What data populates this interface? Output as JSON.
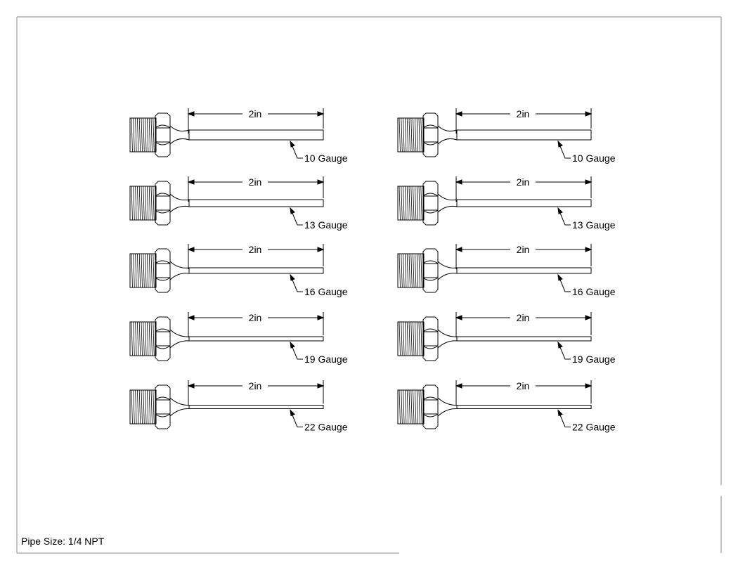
{
  "footer": {
    "pipe_size": "Pipe Size: 1/4 NPT"
  },
  "columns": [
    {
      "name": "left",
      "needles": [
        {
          "gauge_label": "10 Gauge",
          "length_label": "2in"
        },
        {
          "gauge_label": "13 Gauge",
          "length_label": "2in"
        },
        {
          "gauge_label": "16 Gauge",
          "length_label": "2in"
        },
        {
          "gauge_label": "19 Gauge",
          "length_label": "2in"
        },
        {
          "gauge_label": "22 Gauge",
          "length_label": "2in"
        }
      ]
    },
    {
      "name": "right",
      "needles": [
        {
          "gauge_label": "10 Gauge",
          "length_label": "2in"
        },
        {
          "gauge_label": "13 Gauge",
          "length_label": "2in"
        },
        {
          "gauge_label": "16 Gauge",
          "length_label": "2in"
        },
        {
          "gauge_label": "19 Gauge",
          "length_label": "2in"
        },
        {
          "gauge_label": "22 Gauge",
          "length_label": "2in"
        }
      ]
    }
  ],
  "colors": {
    "line": "#000000",
    "background": "#ffffff",
    "border": "#888888"
  }
}
